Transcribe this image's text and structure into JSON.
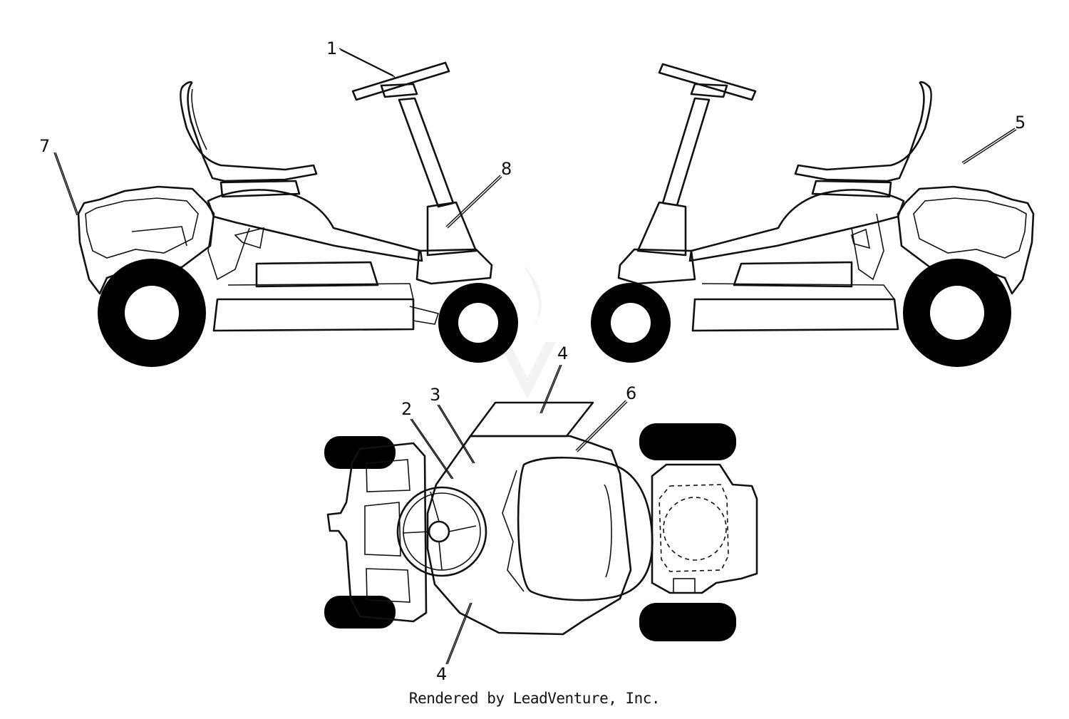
{
  "callouts": [
    {
      "id": "1",
      "label": "1"
    },
    {
      "id": "2",
      "label": "2"
    },
    {
      "id": "3",
      "label": "3"
    },
    {
      "id": "4a",
      "label": "4"
    },
    {
      "id": "4b",
      "label": "4"
    },
    {
      "id": "5",
      "label": "5"
    },
    {
      "id": "6",
      "label": "6"
    },
    {
      "id": "7",
      "label": "7"
    },
    {
      "id": "8",
      "label": "8"
    }
  ],
  "footer": {
    "credit": "Rendered by LeadVenture, Inc."
  }
}
